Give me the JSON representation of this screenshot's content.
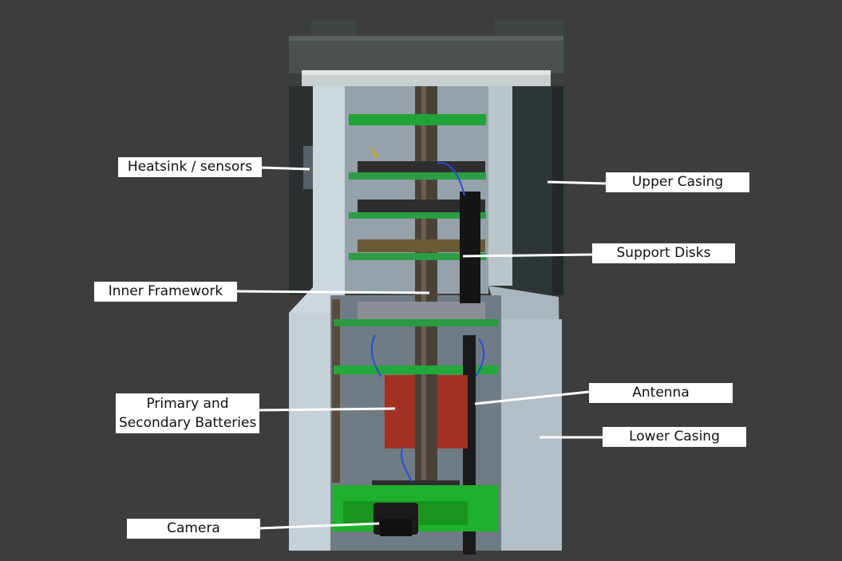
{
  "colors": {
    "background": "#3d3d3d",
    "upper_casing": "#2c3333",
    "lower_casing": "#bfcad1",
    "support_disk": "#22a83a",
    "battery": "#a03224",
    "label_bg": "#ffffff"
  },
  "labels": {
    "heatsink": "Heatsink / sensors",
    "upper_casing": "Upper Casing",
    "support_disks": "Support Disks",
    "inner_framework": "Inner Framework",
    "antenna": "Antenna",
    "batteries_line1": "Primary and",
    "batteries_line2": "Secondary Batteries",
    "lower_casing": "Lower Casing",
    "camera": "Camera"
  }
}
